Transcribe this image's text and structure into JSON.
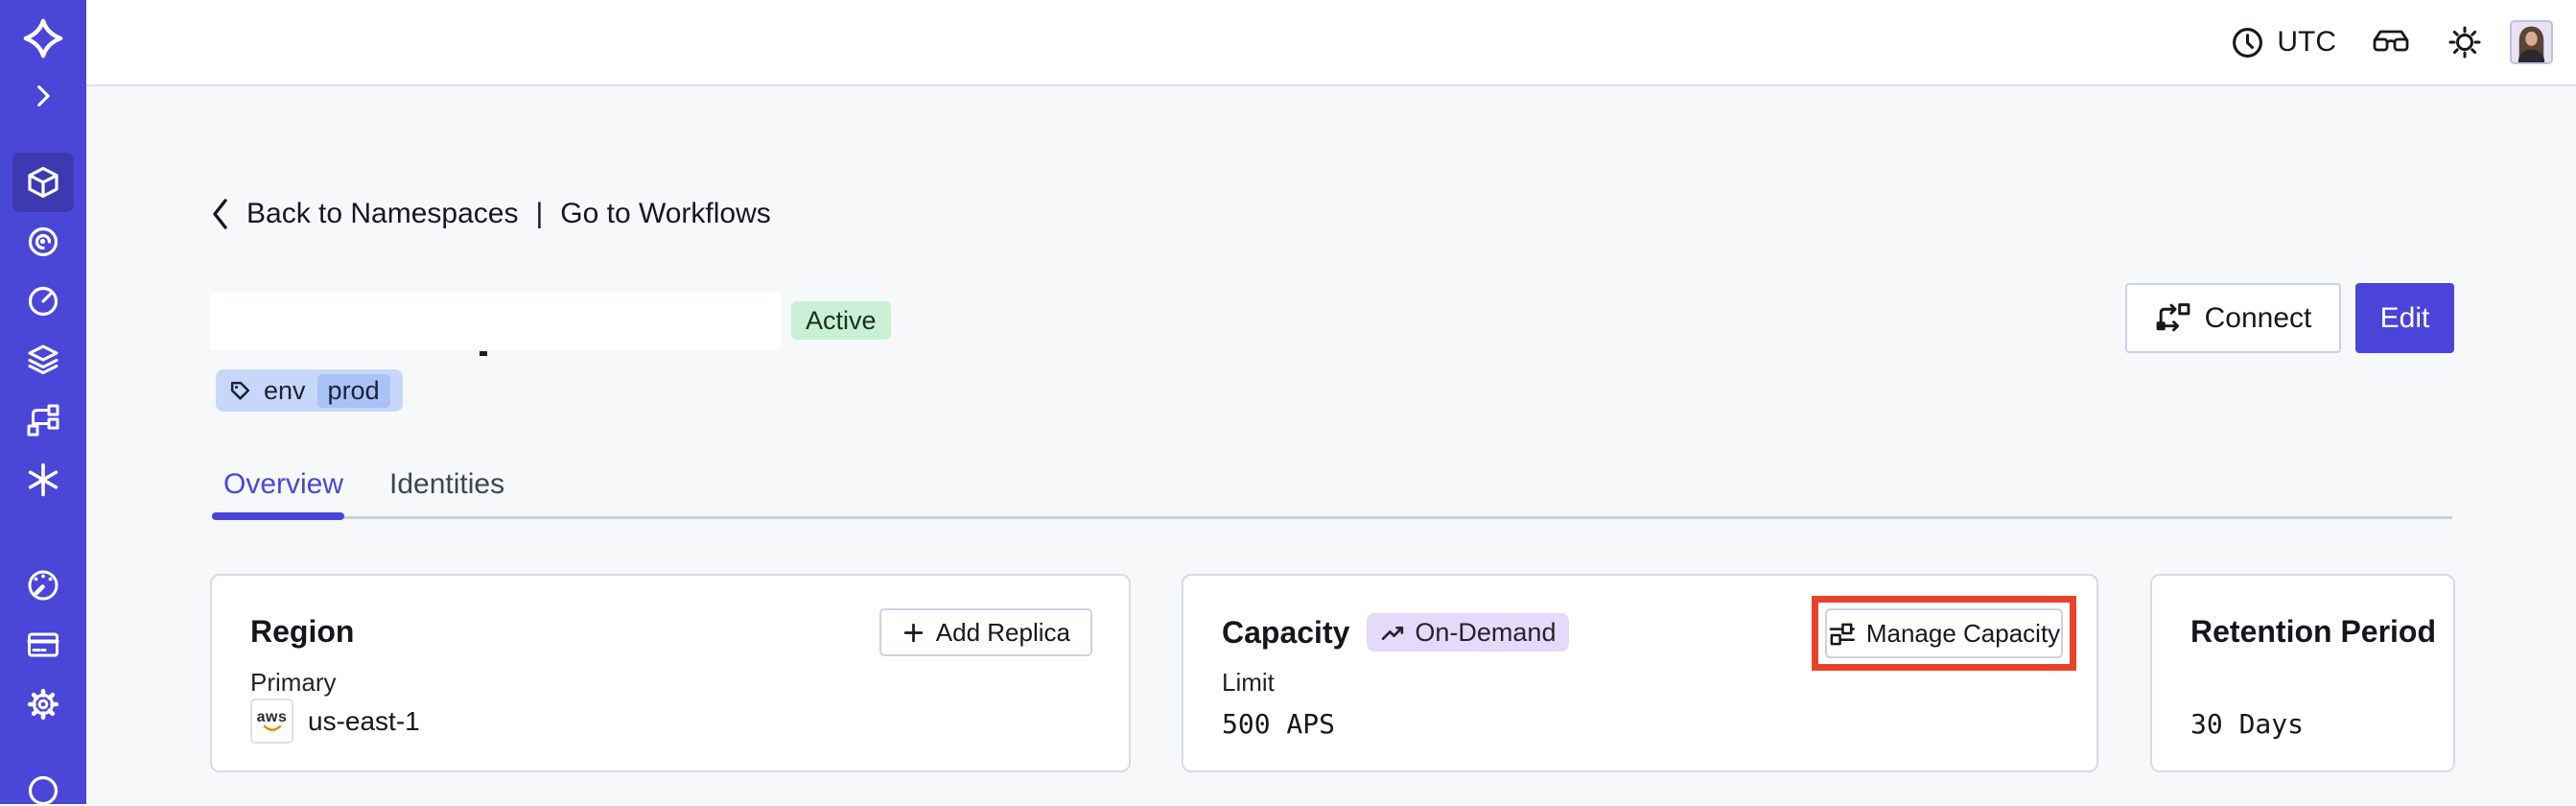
{
  "topbar": {
    "timezone": "UTC",
    "icons": [
      "clock-icon",
      "glasses-icon",
      "sun-icon",
      "avatar"
    ]
  },
  "sidebar": {
    "icons": [
      "temporal-logo-icon",
      "chevron-right-icon",
      "namespaces-cube-icon",
      "workflows-spiral-icon",
      "schedules-clock-icon",
      "deployments-layers-icon",
      "batch-branch-icon",
      "nexus-asterisk-icon",
      "usage-gauge-icon",
      "billing-card-icon",
      "settings-gear-icon",
      "bottom-partial-icon"
    ],
    "active_item": "namespaces"
  },
  "breadcrumb": {
    "back": "Back to Namespaces",
    "separator": "|",
    "forward": "Go to Workflows"
  },
  "namespace": {
    "status": "Active",
    "tag_key": "env",
    "tag_value": "prod"
  },
  "actions": {
    "connect": "Connect",
    "edit": "Edit"
  },
  "tabs": [
    {
      "label": "Overview",
      "active": true
    },
    {
      "label": "Identities",
      "active": false
    }
  ],
  "cards": {
    "region": {
      "title": "Region",
      "button": "Add Replica",
      "field_label": "Primary",
      "provider": "aws",
      "value": "us-east-1"
    },
    "capacity": {
      "title": "Capacity",
      "badge": "On-Demand",
      "button": "Manage Capacity",
      "field_label": "Limit",
      "value": "500 APS"
    },
    "retention": {
      "title": "Retention Period",
      "value": "30 Days"
    }
  },
  "colors": {
    "sidebar": "#4a46d8",
    "accent_indigo": "#4a45d9",
    "status_active_bg": "#c9f0d2",
    "tag_bg": "#c7d7fa",
    "tag_chip_bg": "#a9c2f8",
    "ondemand_bg": "#e4dbfa",
    "highlight_red": "#e8432a",
    "page_bg": "#f7f8fa",
    "card_border": "#d6dbe6"
  }
}
